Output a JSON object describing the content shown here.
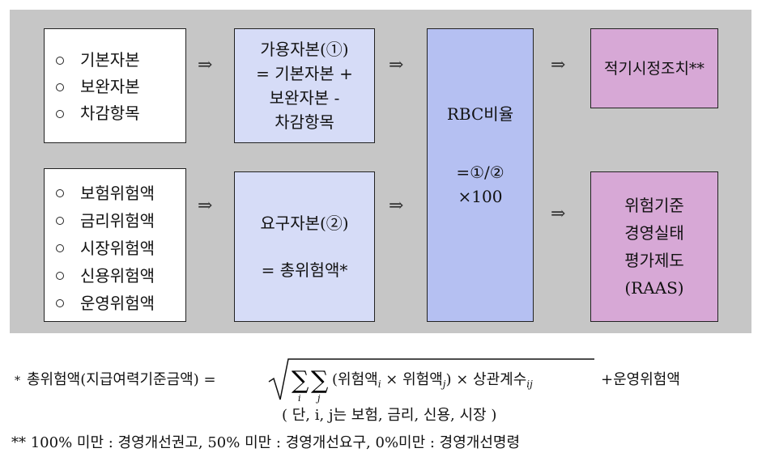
{
  "capital_list": [
    "기본자본",
    "보완자본",
    "차감항목"
  ],
  "available_capital": {
    "lines": [
      "가용자본(①)",
      "= 기본자본 +",
      "보완자본 -",
      "차감항목"
    ]
  },
  "risk_list": [
    "보험위험액",
    "금리위험액",
    "시장위험액",
    "신용위험액",
    "운영위험액"
  ],
  "required_capital": {
    "title": "요구자본(②)",
    "formula": "= 총위험액*"
  },
  "rbc_ratio": {
    "title": "RBC비율",
    "formula_line1": "=①/②",
    "formula_line2": "×100"
  },
  "prompt_action": "적기시정조치**",
  "raas": {
    "lines": [
      "위험기준",
      "경영실태",
      "평가제도",
      "(RAAS)"
    ]
  },
  "arrow_symbol": "⇒",
  "footnote1": {
    "marker": "*",
    "label": "총위험액(지급여력기준금액) =",
    "term_open": "(위험액",
    "term_mid": " × 위험액",
    "term_close": ") × 상관계수",
    "sub_i": "i",
    "sub_j": "j",
    "sub_ij": "ij",
    "suffix": "+운영위험액",
    "note": "( 단, i, j는 보험, 금리, 신용, 시장 )"
  },
  "footnote2": "** 100% 미만 : 경영개선권고, 50% 미만 : 경영개선요구, 0%미만 : 경영개선명령",
  "colors": {
    "frame": "#c6c6c6",
    "lavender": "#d6dcf7",
    "blue": "#b5c0f2",
    "purple": "#d7a8d6"
  }
}
